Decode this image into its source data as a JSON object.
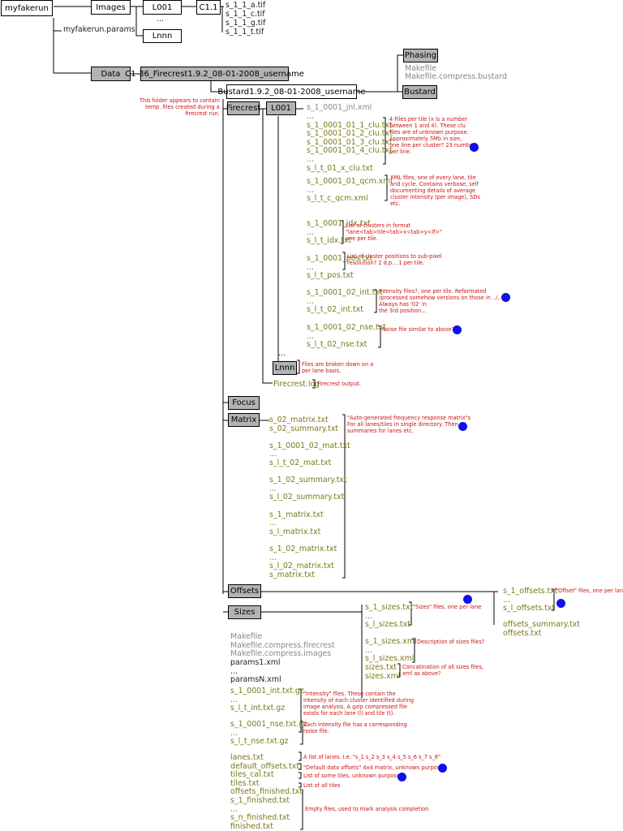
{
  "boxes": {
    "myfakerun": "myfakerun",
    "images": "Images",
    "l001_img": "L001",
    "c11": "C1.1",
    "lnnn_img": "Lnnn",
    "data": "Data",
    "c136": "C1-36_Firecrest1.9.2_08-01-2008_username",
    "phasing": "Phasing",
    "bustard_dir": "Bustard1.9.2_08-01-2008_username",
    "bustard": "Bustard",
    "firecrest": "Firecrest",
    "l001": "L001",
    "lnnn": "Lnnn",
    "focus": "Focus",
    "matrix": "Matrix",
    "offsets": "Offsets",
    "sizes": "Sizes"
  },
  "labels": {
    "ellipsis_images": "...",
    "params": "myfakerun.params",
    "tif_a": "s_1_1_a.tif",
    "tif_c": "s_1_1_c.tif",
    "tif_g": "s_1_1_g.tif",
    "tif_t": "s_1_1_t.tif",
    "makefile_ph": "Makefile",
    "makefile_compress_bustard": "Makefile.compress.bustard",
    "ellipsis_lanes": "..."
  },
  "l001_files": {
    "jnl": "s_1_0001_jnl.xml",
    "clu_group": [
      "...",
      "s_1_0001_01_1_clu.txt",
      "s_1_0001_01_2_clu.txt",
      "s_1_0001_01_3_clu.txt",
      "s_1_0001_01_4_clu.txt",
      "...",
      "s_l_t_01_x_clu.txt"
    ],
    "qcm_group": [
      "s_1_0001_01_qcm.xml",
      "...",
      "s_l_t_c_qcm.xml"
    ],
    "idx_group": [
      "s_1_0001_idx.txt",
      "...",
      "s_l_t_idx.txt"
    ],
    "pos_group": [
      "s_1_0001_pos.txt",
      "...",
      "s_l_t_pos.txt"
    ],
    "int_group": [
      "s_1_0001_02_int.txt",
      "...",
      "s_l_t_02_int.txt"
    ],
    "nse_group": [
      "s_1_0001_02_nse.txt",
      "...",
      "s_l_t_02_nse.txt"
    ],
    "firecrest_log": "Firecrest.log"
  },
  "matrix_files": [
    "s_02_matrix.txt",
    "s_02_summary.txt",
    "",
    "s_1_0001_02_mat.txt",
    "...",
    "s_l_t_02_mat.txt",
    "",
    "s_1_02_summary.txt",
    "...",
    "s_l_02_summary.txt",
    "",
    "s_1_matrix.txt",
    "...",
    "s_l_matrix.txt",
    "",
    "s_1_02_matrix.txt",
    "...",
    "s_l_02_matrix.txt",
    "s_matrix.txt"
  ],
  "offsets_files": [
    "s_1_offsets.txt",
    "...",
    "s_l_offsets.txt"
  ],
  "offsets_summary": [
    "offsets_summary.txt",
    "offsets.txt"
  ],
  "sizes_txt_group": [
    "s_1_sizes.txt",
    "...",
    "s_l_sizes.txt"
  ],
  "sizes_xml_group": [
    "s_1_sizes.xml",
    "...",
    "s_l_sizes.xml"
  ],
  "sizes_all": [
    "sizes.txt",
    "sizes.xml"
  ],
  "data_root_files_grey": [
    "Makefile",
    "Makefile.compress.firecrest",
    "Makefile.compress.images"
  ],
  "data_root_params": [
    "params1.xml",
    "...",
    "paramsN.xml"
  ],
  "intensity_gz": [
    "s_1_0001_int.txt.gz",
    "...",
    "s_l_t_int.txt.gz"
  ],
  "noise_gz": [
    "s_1_0001_nse.txt.gz",
    "...",
    "s_l_t_nse.txt.gz"
  ],
  "bottom_files": [
    "lanes.txt",
    "default_offsets.txt",
    "tiles_cal.txt",
    "tiles.txt",
    "offsets_finished.txt",
    "s_1_finished.txt",
    "...",
    "s_n_finished.txt",
    "finished.txt"
  ],
  "notes": {
    "firecrest_folder": [
      "This folder appears to contain",
      "temp. files created during a",
      "firecrest run."
    ],
    "clu": [
      "4 Files per tile (x is a  number",
      "between 1 and 4). These clu",
      "files are of unknown purpose.",
      "Approximately 5Mb in size,",
      "one line per cluster? 23 numbers",
      "per line."
    ],
    "qcm": [
      "XML files, one of every lane, tile",
      "and cycle. Contains verbose, self",
      "documenting details of average",
      "cluster intensity (per image), SDs",
      "etc."
    ],
    "idx": [
      "List of clusters in format",
      "\"lane<tab>tile<tab>x<tab>y<lf>\"",
      "one per tile."
    ],
    "pos": [
      "List of cluster positions to sub-pixel",
      "resolution? 2 d.p... 1 per tile."
    ],
    "int": [
      "Intensity files?, one per tile. Reformated",
      "/processed somehow versions on those in ../.. ?",
      "Always has '02' in",
      "the 3rd position..."
    ],
    "nse": [
      "Noise file similar to above?"
    ],
    "lnnn": [
      "Files are broken down on a",
      "per lane basis."
    ],
    "firecrest_log": [
      "Firecrest output."
    ],
    "matrix": [
      "\"Auto-generated frequency response matrix\"s",
      "For all lanes/tiles in single directory. Then",
      "summaries for lanes etc."
    ],
    "offsets": [
      "\"Offset\" files, one per lane"
    ],
    "sizes": [
      "\"Sizes\" files, one per lane"
    ],
    "sizes_xml": [
      "Description of sizes files?"
    ],
    "sizes_all": [
      "Concatination of all sizes files,",
      "xml as above?"
    ],
    "intensity_gz": [
      "\"intensity\" files. These contain the",
      "intensity of each cluster identified during",
      "image analysis. A gzip compressed file",
      "exists for each lane (l) and tile (t)."
    ],
    "noise_gz": [
      "Each intensity file has a corresponding",
      "noise file."
    ],
    "lanes": [
      "A list of lanes. I.e. \"s_1 s_2 s_3 s_4 s_5 s_6 s_7 s_8\""
    ],
    "default_offsets": [
      "\"Default data offsets\" 4x4 matrix, unknown purpose"
    ],
    "tiles_cal": [
      "List of some tiles, unknown purpose"
    ],
    "tiles": [
      "List of all tiles"
    ],
    "finished": [
      "Empty files, used to mark analysis completion"
    ]
  },
  "colors": {
    "box_grey": "#b3b3b3",
    "file_olive": "#7a7a1a",
    "note_red": "#cc1111",
    "dot_blue": "#1010ee"
  }
}
